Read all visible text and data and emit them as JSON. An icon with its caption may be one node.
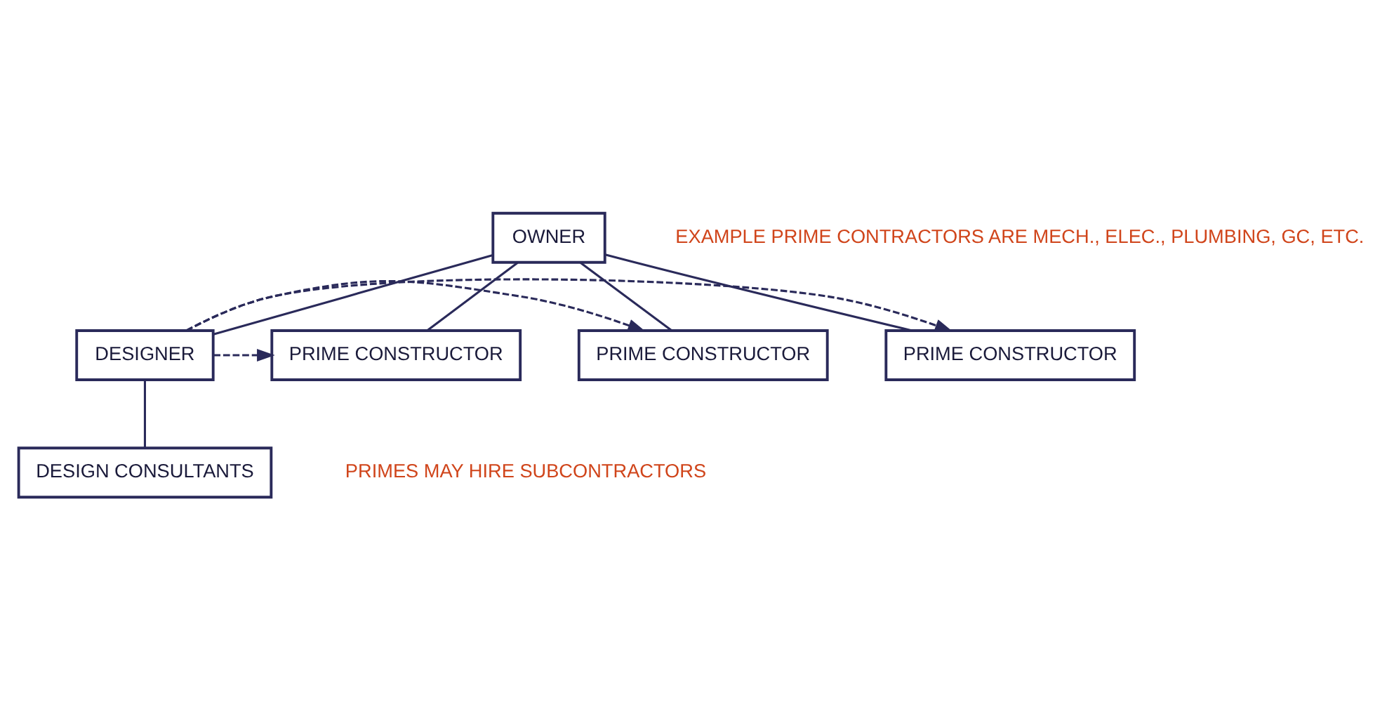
{
  "diagram": {
    "nodes": [
      {
        "text": [
          "OWNER"
        ]
      },
      {
        "text": [
          "DESIGNER"
        ]
      },
      {
        "text": [
          "PRIME CONSTRUCTOR"
        ]
      },
      {
        "text": [
          "PRIME CONSTRUCTOR"
        ]
      },
      {
        "text": [
          "PRIME CONSTRUCTOR"
        ]
      },
      {
        "text": [
          "DESIGN CONSULTANTS"
        ]
      }
    ],
    "edges": [
      {
        "from": 0,
        "to": 1,
        "arrow": "none"
      },
      {
        "from": 0,
        "to": 2,
        "arrow": "none"
      },
      {
        "from": 0,
        "to": 3,
        "arrow": "none"
      },
      {
        "from": 0,
        "to": 4,
        "arrow": "none"
      },
      {
        "from": 1,
        "to": 5,
        "arrow": "none"
      },
      {
        "from": 1,
        "to": 2,
        "arrow": "to",
        "style": "dashed"
      },
      {
        "from": 1,
        "to": 3,
        "arrow": "to",
        "style": "dashed"
      },
      {
        "from": 1,
        "to": 4,
        "arrow": "to",
        "style": "dashed"
      }
    ],
    "labels": [
      "EXAMPLE PRIME CONTRACTORS ARE MECH., ELEC., PLUMBING, GC, ETC.",
      "PRIMES MAY HIRE SUBCONTRACTORS"
    ]
  }
}
